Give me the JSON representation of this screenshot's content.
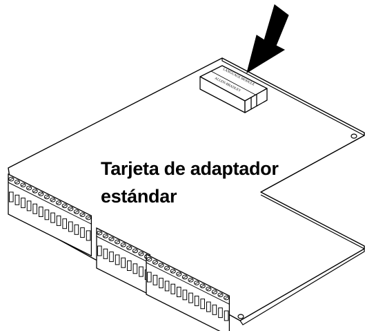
{
  "figure": {
    "label_line1": "Tarjeta de adaptador",
    "label_line2": "estándar",
    "module_label_top": "LANGUAGE MODULE",
    "module_label_bottom": "ALLEN-BRADLEY",
    "terminal_blocks": [
      {
        "name": "left",
        "terminals": 14
      },
      {
        "name": "middle",
        "terminals": 9
      },
      {
        "name": "right",
        "terminals": 14
      }
    ]
  },
  "colors": {
    "line": "#000000",
    "background": "#ffffff"
  }
}
